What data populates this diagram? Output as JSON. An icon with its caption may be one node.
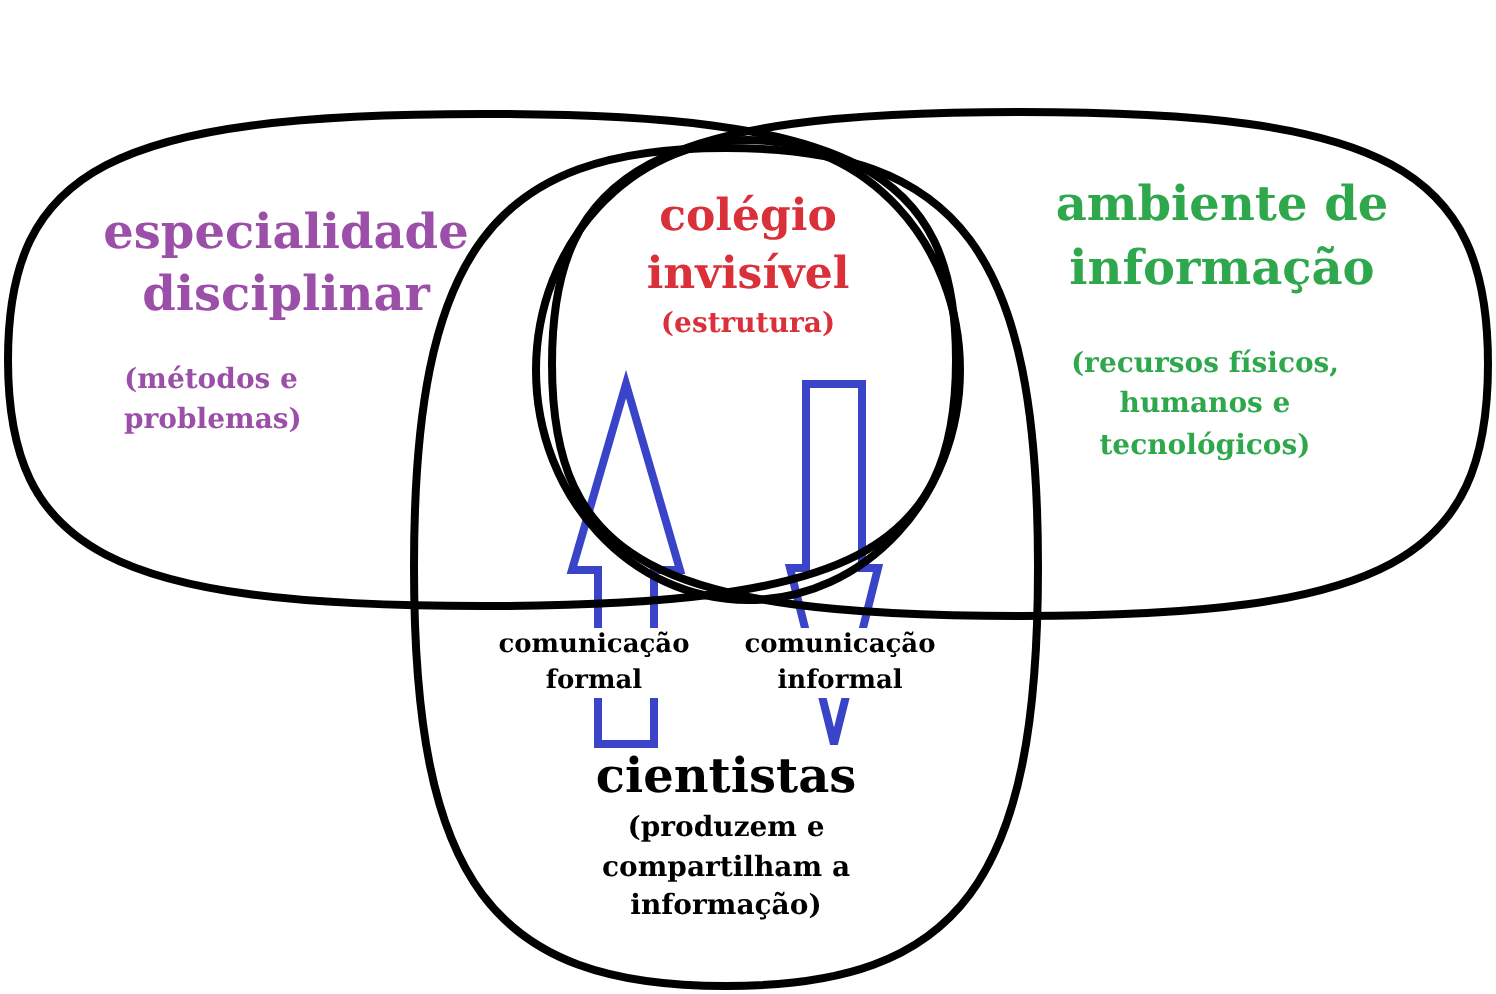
{
  "diagram": {
    "nodes": [
      {
        "text": [
          "especialidade disciplinar",
          "(métodos e problemas)"
        ]
      },
      {
        "text": [
          "colégio invisível",
          "(estrutura)"
        ]
      },
      {
        "text": [
          "ambiente de informação",
          "(recursos físicos, humanos e tecnológicos)"
        ]
      },
      {
        "text": [
          "cientistas",
          "(produzem e compartilham a informação)"
        ]
      }
    ],
    "edges": [
      {
        "from": 3,
        "to": 1,
        "arrow": "to",
        "label": "comunicação formal"
      },
      {
        "from": 1,
        "to": 3,
        "arrow": "to",
        "label": "comunicação informal"
      }
    ]
  }
}
